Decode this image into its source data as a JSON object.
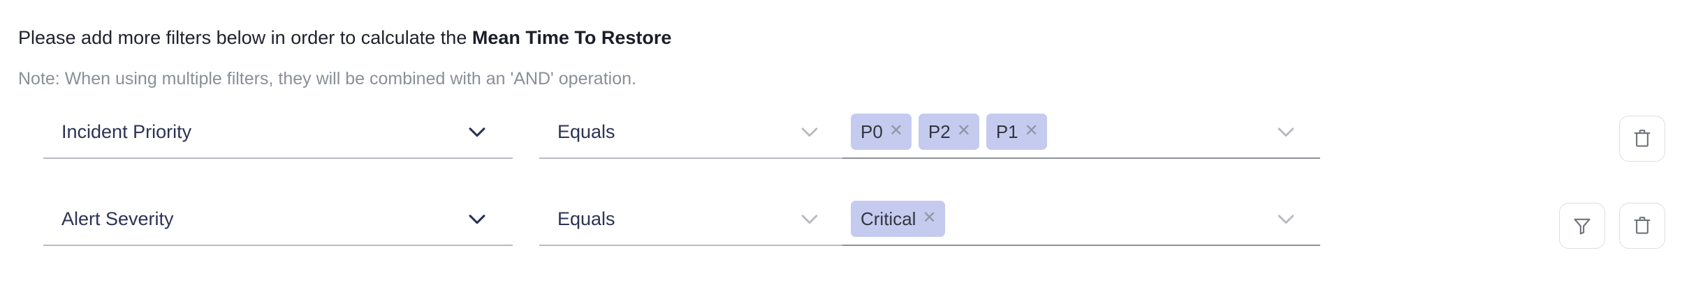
{
  "header": {
    "intro_prefix": "Please add more filters below in order to calculate the ",
    "intro_metric": "Mean Time To Restore",
    "note": "Note: When using multiple filters, they will be combined with an 'AND' operation."
  },
  "colors": {
    "chip_background": "#c5cbef",
    "chip_text": "#32363e",
    "field_text": "#2c3355",
    "note_text": "#8a8f98",
    "underline_light": "#b9bbc0",
    "underline_dark": "#8e9196",
    "icon_button_border": "#dcdee2",
    "icon_stroke": "#6f737a"
  },
  "filter_rows": [
    {
      "attribute": {
        "value": "Incident Priority",
        "chevron_icon": "chevron-down-icon"
      },
      "operator": {
        "value": "Equals",
        "chevron_icon": "chevron-down-icon"
      },
      "value_field": {
        "chips": [
          {
            "label": "P0",
            "remove_icon": "close-icon"
          },
          {
            "label": "P2",
            "remove_icon": "close-icon"
          },
          {
            "label": "P1",
            "remove_icon": "close-icon"
          }
        ],
        "chevron_icon": "chevron-down-icon"
      },
      "actions": [
        {
          "name": "delete-filter-button",
          "icon": "trash-icon"
        }
      ]
    },
    {
      "attribute": {
        "value": "Alert Severity",
        "chevron_icon": "chevron-down-icon"
      },
      "operator": {
        "value": "Equals",
        "chevron_icon": "chevron-down-icon"
      },
      "value_field": {
        "chips": [
          {
            "label": "Critical",
            "remove_icon": "close-icon"
          }
        ],
        "chevron_icon": "chevron-down-icon"
      },
      "actions": [
        {
          "name": "add-filter-button",
          "icon": "funnel-icon"
        },
        {
          "name": "delete-filter-button",
          "icon": "trash-icon"
        }
      ]
    }
  ]
}
